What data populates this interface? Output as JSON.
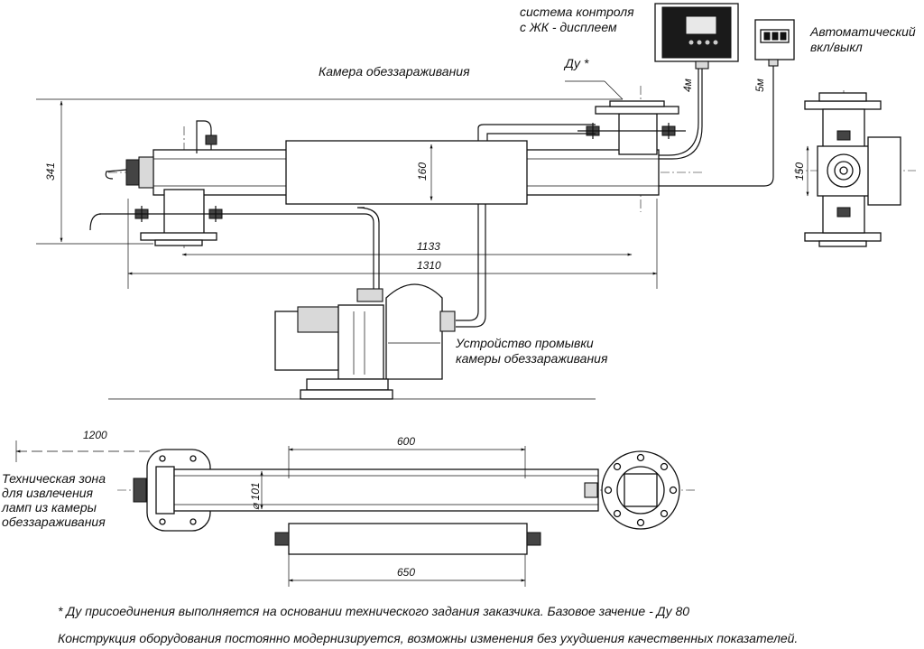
{
  "labels": {
    "control_system": [
      "система контроля",
      "с ЖК - дисплеем"
    ],
    "auto_switch": [
      "Автоматический",
      "вкл/выкл"
    ],
    "disinfection_chamber": "Камера обеззараживания",
    "du": "Ду *",
    "flushing_device": [
      "Устройство промывки",
      "камеры обеззараживания"
    ],
    "technical_zone": [
      "Техническая зона",
      "для извлечения",
      "ламп из камеры",
      "обеззараживания"
    ]
  },
  "dimensions": {
    "h341": "341",
    "h160": "160",
    "h150": "150",
    "w1133": "1133",
    "w1310": "1310",
    "w1200": "1200",
    "w600": "600",
    "w650": "650",
    "d101": "⌀ 101",
    "cable_4m": "4м",
    "cable_5m": "5м"
  },
  "footnotes": {
    "note1": "* Ду присоединения выполняется на основании технического задания заказчика. Базовое зачение - Ду 80",
    "note2": "Конструкция оборудования постоянно модернизируется, возможны изменения без ухудшения качественных показателей."
  }
}
